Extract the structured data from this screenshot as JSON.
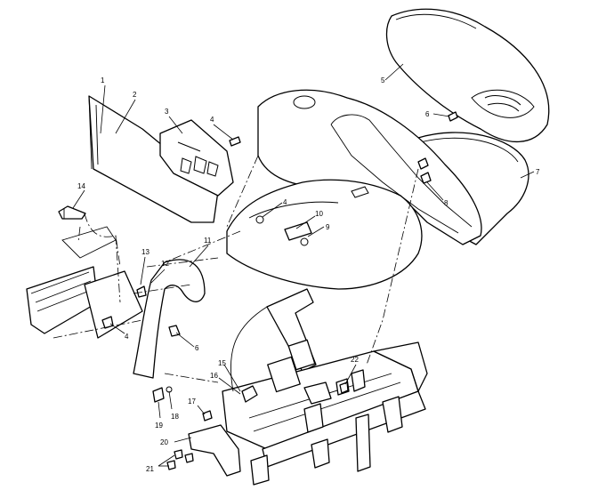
{
  "callouts": {
    "c1": "1",
    "c2": "2",
    "c3": "3",
    "c4a": "4",
    "c4b": "4",
    "c4c": "4",
    "c5": "5",
    "c6a": "6",
    "c6b": "6",
    "c7": "7",
    "c8": "8",
    "c9": "9",
    "c10": "10",
    "c11": "11",
    "c12": "12",
    "c13": "13",
    "c14": "14",
    "c15": "15",
    "c16": "16",
    "c17": "17",
    "c18": "18",
    "c19": "19",
    "c20": "20",
    "c21": "21",
    "c22": "22"
  }
}
